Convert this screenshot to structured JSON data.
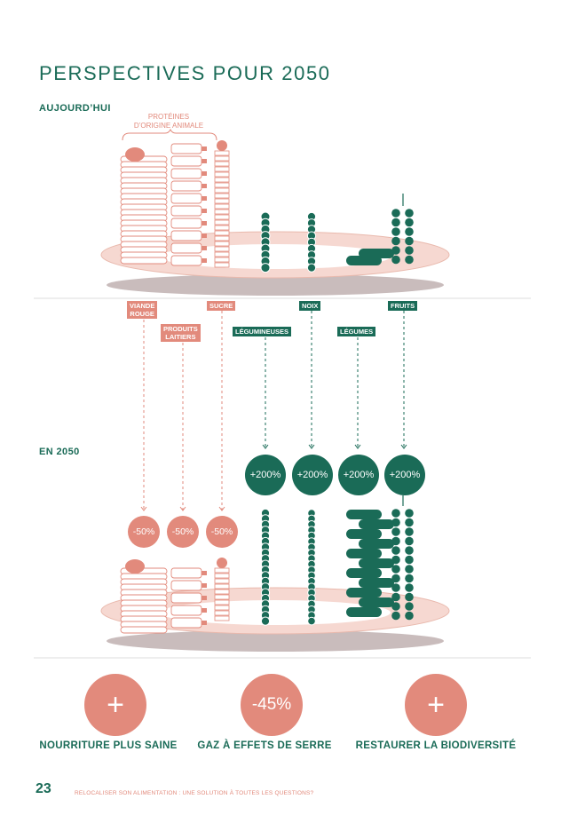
{
  "title": "PERSPECTIVES POUR 2050",
  "sections": {
    "today": "AUJOURD’HUI",
    "future": "EN 2050"
  },
  "proteins_label": "PROTÉINES\nD’ORIGINE ANIMALE",
  "categories": {
    "meat": "VIANDE\nROUGE",
    "dairy": "PRODUITS\nLAITIERS",
    "sugar": "SUCRE",
    "legumes": "LÉGUMINEUSES",
    "nuts": "NOIX",
    "vegetables": "LÉGUMES",
    "fruits": "FRUITS"
  },
  "changes": {
    "meat": "-50%",
    "dairy": "-50%",
    "sugar": "-50%",
    "legumes": "+200%",
    "nuts": "+200%",
    "vegetables": "+200%",
    "fruits": "+200%"
  },
  "outcomes": [
    {
      "symbol": "+",
      "label": "NOURRITURE PLUS SAINE"
    },
    {
      "symbol": "-45%",
      "label": "GAZ À EFFETS DE SERRE"
    },
    {
      "symbol": "+",
      "label": "RESTAURER LA BIODIVERSITÉ"
    }
  ],
  "footer": {
    "page_number": "23",
    "text": "RELOCALISER SON ALIMENTATION : UNE SOLUTION À TOUTES LES QUESTIONS?"
  },
  "colors": {
    "green": "#1a6b57",
    "salmon": "#e28a7c",
    "plate": "#f6d8d1",
    "shadow": "#c9bcbc"
  }
}
